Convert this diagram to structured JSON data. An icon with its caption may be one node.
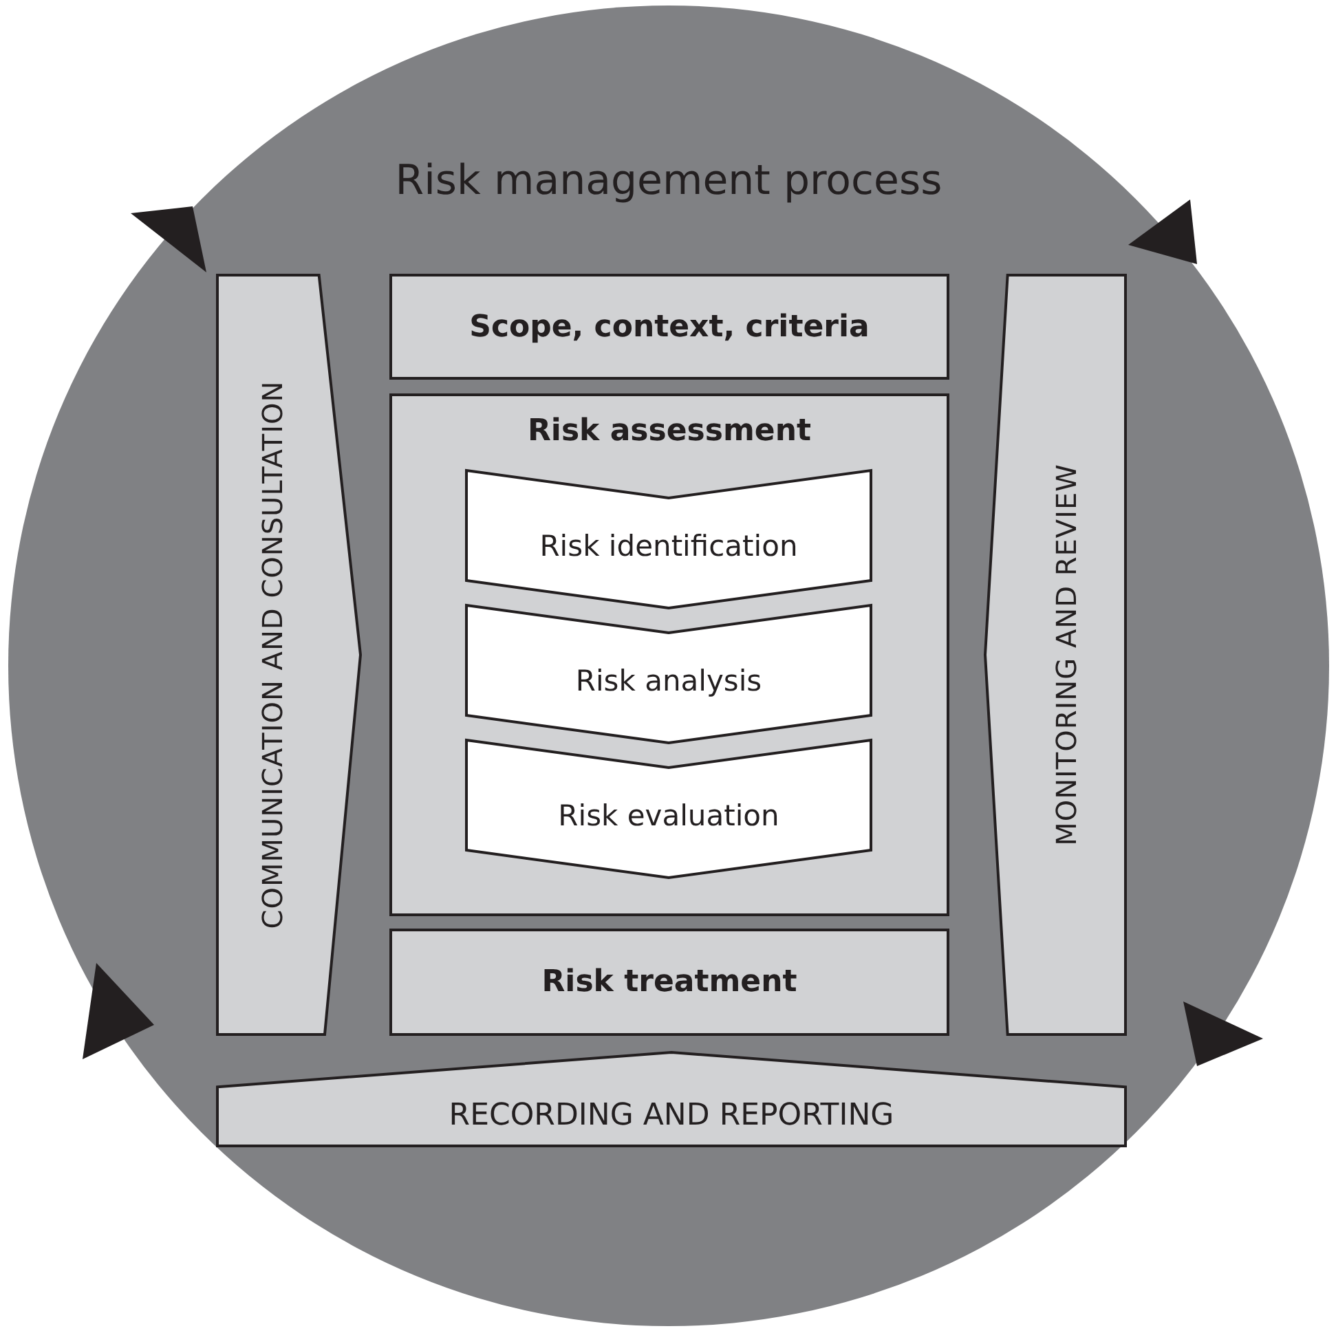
{
  "diagram": {
    "nodes": [
      {
        "text": [
          "Risk management process"
        ]
      },
      {
        "text": [
          "COMMUNICATION AND CONSULTATION"
        ],
        "in": 0
      },
      {
        "text": [
          "Scope, context, criteria"
        ],
        "in": 0
      },
      {
        "text": [
          "Risk assessment"
        ],
        "in": 0
      },
      {
        "text": [
          "Risk identification"
        ],
        "in": 3
      },
      {
        "text": [
          "Risk analysis"
        ],
        "in": 3
      },
      {
        "text": [
          "Risk evaluation"
        ],
        "in": 3
      },
      {
        "text": [
          "Risk treatment"
        ],
        "in": 0
      },
      {
        "text": [
          "MONITORING AND REVIEW"
        ],
        "in": 0
      },
      {
        "text": [
          "RECORDING AND REPORTING"
        ],
        "in": 0
      }
    ]
  }
}
